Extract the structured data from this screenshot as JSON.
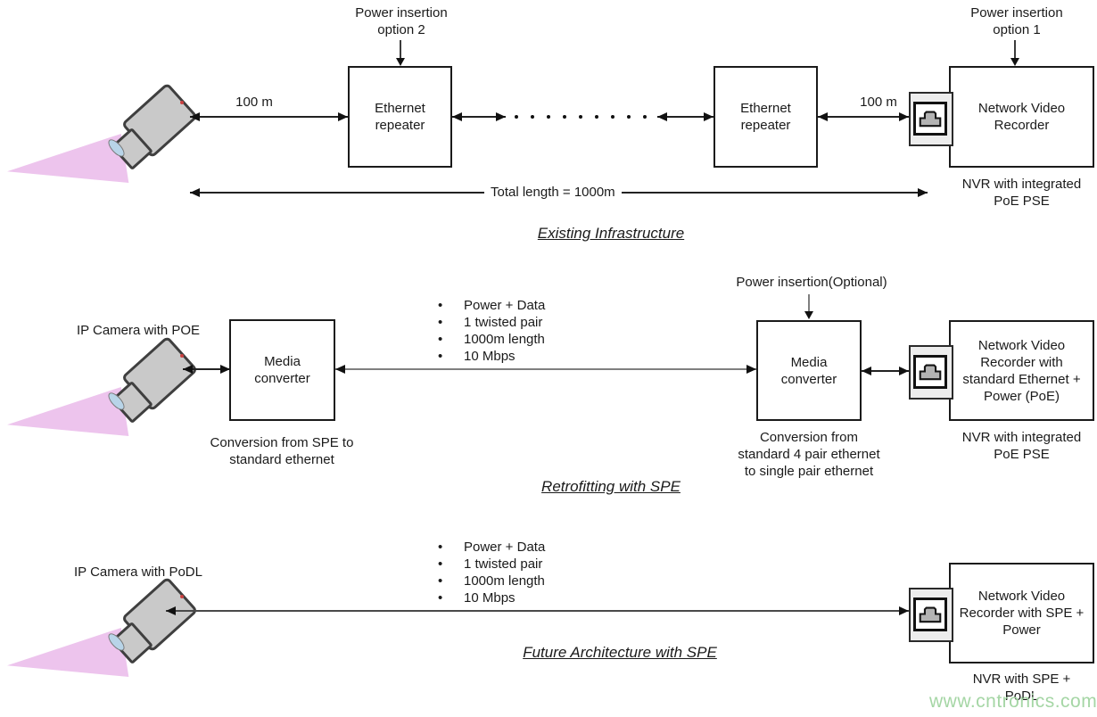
{
  "watermark": "www.cntronics.com",
  "icons": {
    "camera": "cctv-camera-icon",
    "ethernet_port": "rj45-port-icon"
  },
  "colors": {
    "box_border": "#1a1a1a",
    "camera_cone": "#edc4ed",
    "camera_body": "#c9c9c9",
    "gray_line": "#7f7f7f",
    "watermark_green": "#a5d6a5"
  },
  "sections": {
    "existing": {
      "title": "Existing Infrastructure",
      "power_option_2": "Power insertion\noption 2",
      "power_option_1": "Power insertion\noption 1",
      "distance_left": "100 m",
      "distance_right": "100 m",
      "repeater_1": "Ethernet\nrepeater",
      "repeater_2": "Ethernet\nrepeater",
      "nvr": "Network Video\nRecorder",
      "nvr_caption": "NVR with integrated\nPoE PSE",
      "total_length": "Total length = 1000m"
    },
    "retrofit": {
      "title": "Retrofitting with SPE",
      "camera_label": "IP Camera with POE",
      "converter_1": "Media\nconverter",
      "converter_1_caption": "Conversion from SPE to\nstandard ethernet",
      "bullets": [
        "Power + Data",
        "1 twisted pair",
        "1000m length",
        "10 Mbps"
      ],
      "power_optional": "Power insertion(Optional)",
      "converter_2": "Media\nconverter",
      "converter_2_caption": "Conversion from\nstandard 4 pair ethernet\nto single pair ethernet",
      "nvr": "Network Video\nRecorder with\nstandard Ethernet +\nPower (PoE)",
      "nvr_caption": "NVR with integrated\nPoE PSE"
    },
    "future": {
      "title": "Future Architecture with SPE",
      "camera_label": "IP Camera with PoDL",
      "bullets": [
        "Power + Data",
        "1 twisted pair",
        "1000m length",
        "10 Mbps"
      ],
      "nvr": "Network Video\nRecorder with SPE +\nPower",
      "nvr_caption": "NVR with SPE +\nPoDL"
    }
  }
}
